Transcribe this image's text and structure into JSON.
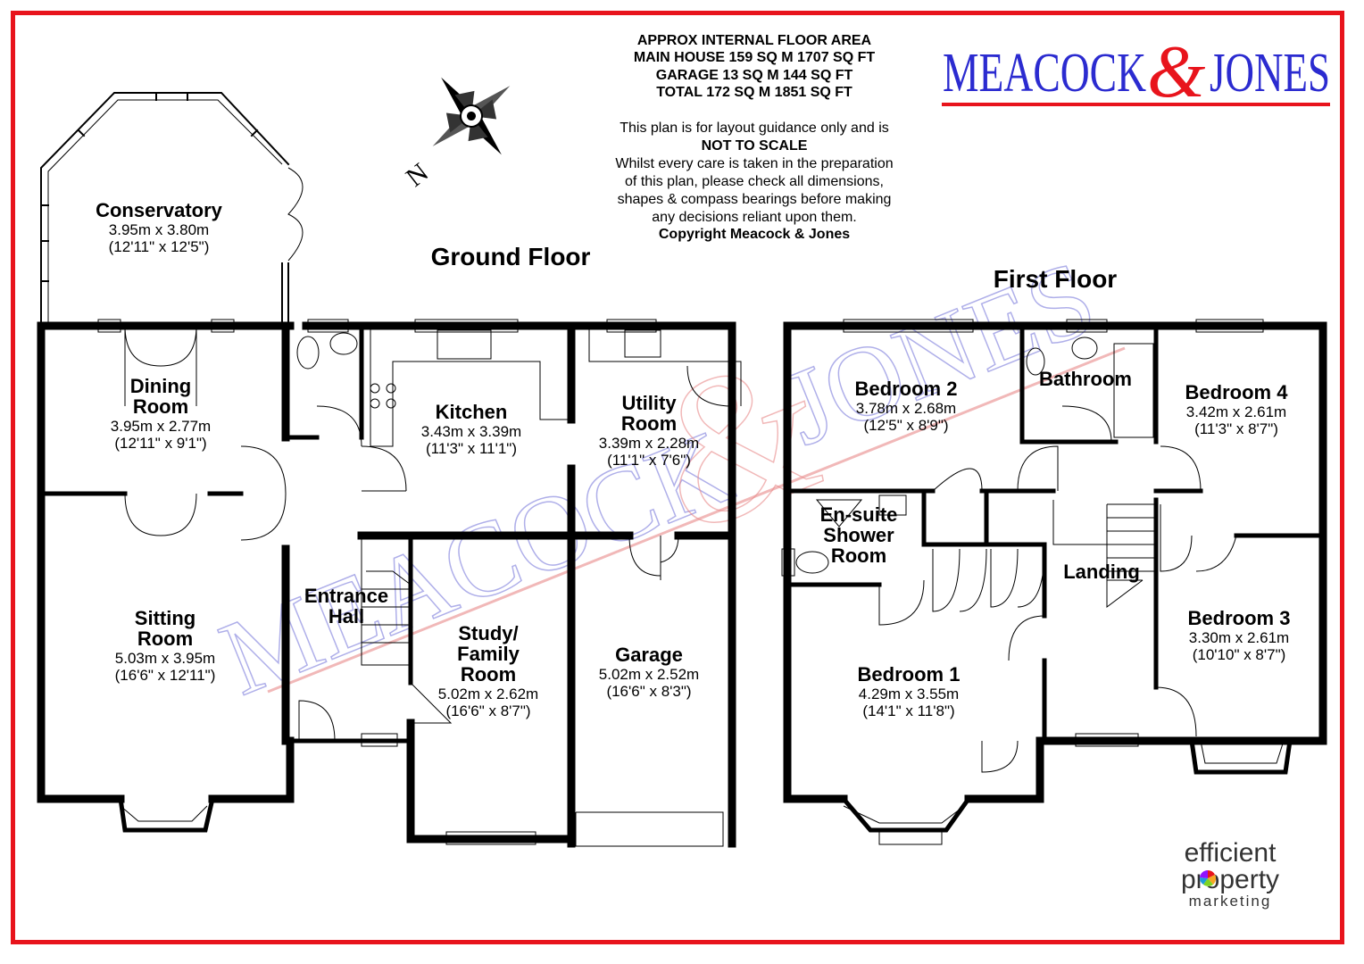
{
  "colors": {
    "frame": "#e8141c",
    "logo_blue": "#2b2bd0",
    "logo_red": "#e8141c",
    "watermark": "#6f6fd8"
  },
  "brand": {
    "name_left": "MEACOCK",
    "ampersand": "&",
    "name_right": "JONES"
  },
  "watermark": {
    "left": "MEACOCK",
    "ampersand": "&",
    "right": "JONES"
  },
  "area": {
    "heading": "APPROX INTERNAL FLOOR AREA",
    "main_house": "MAIN HOUSE 159 SQ M 1707 SQ FT",
    "garage": "GARAGE 13 SQ M 144 SQ FT",
    "total": "TOTAL 172 SQ M 1851 SQ FT"
  },
  "disclaimer": {
    "line1": "This plan is for layout guidance only and is",
    "line2": "NOT TO SCALE",
    "line3": "Whilst every care is taken in the preparation",
    "line4": "of this plan, please check all dimensions,",
    "line5": "shapes & compass bearings before making",
    "line6": "any decisions reliant upon them.",
    "line7": "Copyright Meacock & Jones"
  },
  "compass": {
    "icon": "compass-rose-icon",
    "label": "N"
  },
  "floors": {
    "ground": "Ground Floor",
    "first": "First Floor"
  },
  "rooms": {
    "conservatory": {
      "name": "Conservatory",
      "metric": "3.95m x 3.80m",
      "imperial": "(12'11\" x 12'5\")"
    },
    "dining": {
      "name1": "Dining",
      "name2": "Room",
      "metric": "3.95m x 2.77m",
      "imperial": "(12'11\" x 9'1\")"
    },
    "kitchen": {
      "name": "Kitchen",
      "metric": "3.43m x 3.39m",
      "imperial": "(11'3\" x 11'1\")"
    },
    "utility": {
      "name1": "Utility",
      "name2": "Room",
      "metric": "3.39m x 2.28m",
      "imperial": "(11'1\" x 7'6\")"
    },
    "sitting": {
      "name1": "Sitting",
      "name2": "Room",
      "metric": "5.03m x 3.95m",
      "imperial": "(16'6\" x 12'11\")"
    },
    "entrance": {
      "name1": "Entrance",
      "name2": "Hall"
    },
    "study": {
      "name1": "Study/",
      "name2": "Family",
      "name3": "Room",
      "metric": "5.02m x 2.62m",
      "imperial": "(16'6\" x 8'7\")"
    },
    "garage": {
      "name": "Garage",
      "metric": "5.02m x 2.52m",
      "imperial": "(16'6\" x 8'3\")"
    },
    "bedroom2": {
      "name": "Bedroom 2",
      "metric": "3.78m x 2.68m",
      "imperial": "(12'5\" x 8'9\")"
    },
    "bathroom": {
      "name": "Bathroom"
    },
    "bedroom4": {
      "name": "Bedroom 4",
      "metric": "3.42m x 2.61m",
      "imperial": "(11'3\" x 8'7\")"
    },
    "ensuite": {
      "name1": "En-suite",
      "name2": "Shower",
      "name3": "Room"
    },
    "landing": {
      "name": "Landing"
    },
    "bedroom3": {
      "name": "Bedroom 3",
      "metric": "3.30m x 2.61m",
      "imperial": "(10'10\" x 8'7\")"
    },
    "bedroom1": {
      "name": "Bedroom 1",
      "metric": "4.29m x 3.55m",
      "imperial": "(14'1\" x 11'8\")"
    }
  },
  "footer_logo": {
    "line1": "efficient",
    "line2": "property",
    "line3": "marketing",
    "icon": "aperture-icon"
  }
}
